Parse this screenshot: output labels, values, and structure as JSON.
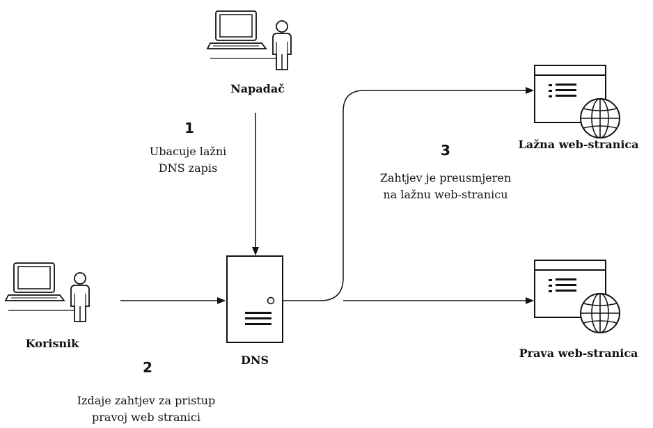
{
  "nodes": {
    "attacker": {
      "label": "Napadač",
      "icon": "computer-user-icon"
    },
    "user": {
      "label": "Korisnik",
      "icon": "computer-user-icon"
    },
    "dns": {
      "label": "DNS",
      "icon": "server-icon"
    },
    "fake_site": {
      "label": "Lažna web-stranica",
      "icon": "website-globe-icon"
    },
    "real_site": {
      "label": "Prava web-stranica",
      "icon": "website-globe-icon"
    }
  },
  "steps": [
    {
      "number": "1",
      "line1": "Ubacuje lažni",
      "line2": "DNS zapis"
    },
    {
      "number": "2",
      "line1": "Izdaje zahtjev za pristup",
      "line2": "pravoj web stranici"
    },
    {
      "number": "3",
      "line1": "Zahtjev je preusmjeren",
      "line2": "na lažnu web-stranicu"
    }
  ],
  "colors": {
    "stroke": "#111111",
    "background": "#ffffff"
  }
}
